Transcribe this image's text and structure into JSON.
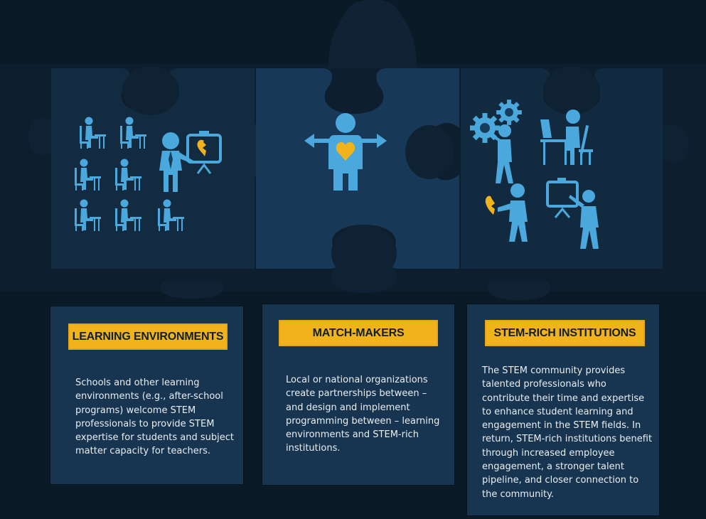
{
  "colors": {
    "background": "#0b1a27",
    "puzzle_dark": "#0f2233",
    "puzzle_mid": "#15304a",
    "icon_blue": "#4aa8dc",
    "heart_gold": "#f1b31c",
    "banner_gold": "#f1b31c",
    "card": "#173550"
  },
  "icons": {
    "learning": "classroom-with-teacher-icon",
    "match": "person-with-heart-arrows-icon",
    "stem": "professionals-gears-presentation-icon"
  },
  "cards": [
    {
      "title": "LEARNING ENVIRONMENTS",
      "body": "Schools and other learning environments (e.g., after-school programs) welcome STEM professionals to provide STEM expertise for students and subject matter capacity for teachers."
    },
    {
      "title": "MATCH-MAKERS",
      "body": "Local or national organizations create partnerships between – and design and implement programming between – learning environments and STEM-rich institutions."
    },
    {
      "title": "STEM-RICH INSTITUTIONS",
      "body": "The STEM community provides talented professionals who contribute their time and expertise to enhance student learning and engagement in the STEM fields.  In return, STEM-rich institutions benefit through increased employee engagement, a stronger talent pipeline, and closer connection to the community."
    }
  ]
}
